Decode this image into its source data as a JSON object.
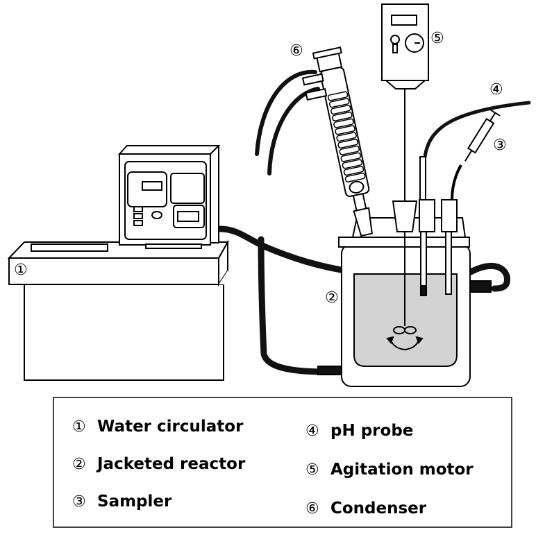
{
  "callouts": {
    "c1": "①",
    "c2": "②",
    "c3": "③",
    "c4": "④",
    "c5": "⑤",
    "c6": "⑥"
  },
  "legend": {
    "items": [
      {
        "num": "①",
        "label": "Water circulator"
      },
      {
        "num": "②",
        "label": "Jacketed reactor"
      },
      {
        "num": "③",
        "label": "Sampler"
      },
      {
        "num": "④",
        "label": "pH probe"
      },
      {
        "num": "⑤",
        "label": "Agitation motor"
      },
      {
        "num": "⑥",
        "label": "Condenser"
      }
    ]
  },
  "colors": {
    "line": "#000000",
    "equipment_fill": "#ffffff",
    "liquid": "#d3d3d3",
    "tube": "#111111"
  }
}
